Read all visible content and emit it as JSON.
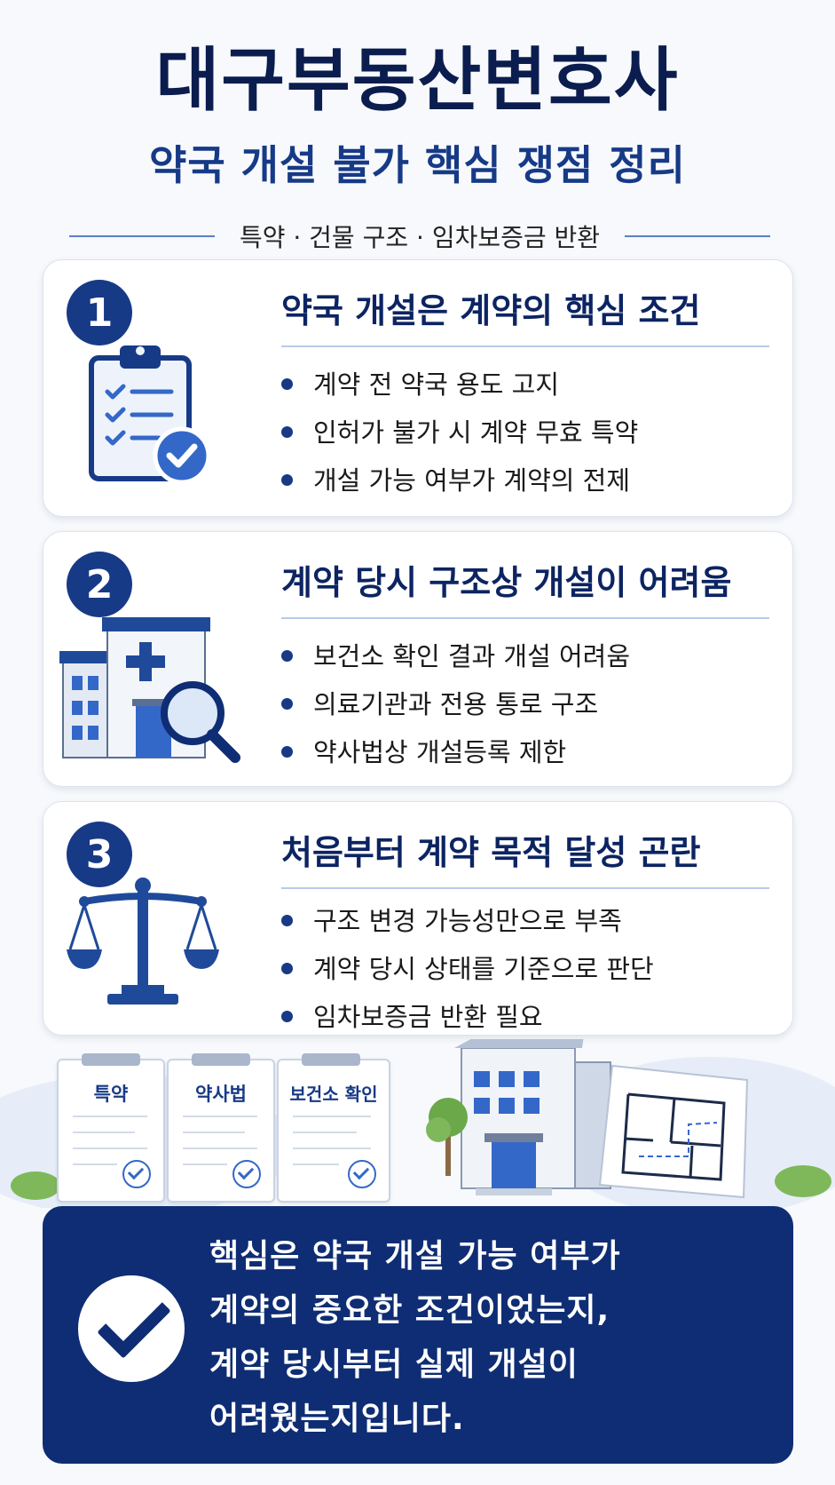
{
  "header": {
    "title": "대구부동산변호사",
    "subtitle": "약국 개설 불가 핵심 쟁점 정리",
    "tagline": "특약 · 건물 구조 · 임차보증금 반환"
  },
  "cards": [
    {
      "number": "1",
      "title": "약국 개설은 계약의 핵심 조건",
      "icon": "clipboard-check-icon",
      "bullets": [
        "계약 전 약국 용도 고지",
        "인허가 불가 시 계약 무효 특약",
        "개설 가능 여부가 계약의 전제"
      ]
    },
    {
      "number": "2",
      "title": "계약 당시 구조상 개설이 어려움",
      "icon": "hospital-magnifier-icon",
      "bullets": [
        "보건소 확인 결과 개설 어려움",
        "의료기관과 전용 통로 구조",
        "약사법상 개설등록 제한"
      ]
    },
    {
      "number": "3",
      "title": "처음부터 계약 목적 달성 곤란",
      "icon": "scales-icon",
      "bullets": [
        "구조 변경 가능성만으로 부족",
        "계약 당시 상태를 기준으로 판단",
        "임차보증금 반환 필요"
      ]
    }
  ],
  "documents": [
    "특약",
    "약사법",
    "보건소 확인"
  ],
  "conclusion": {
    "lines": [
      "핵심은 약국 개설 가능 여부가",
      "계약의 중요한 조건이었는지,",
      "계약 당시부터 실제 개설이",
      "어려웠는지입니다."
    ]
  },
  "colors": {
    "navy": "#0f2d74",
    "accent": "#173a87",
    "light_blue": "#3468c8"
  }
}
